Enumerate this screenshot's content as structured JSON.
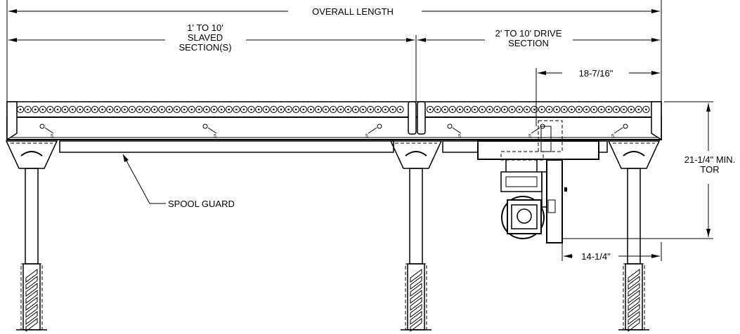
{
  "labels": {
    "overall_length": "OVERALL LENGTH",
    "slaved_line1": "1' TO 10'",
    "slaved_line2": "SLAVED",
    "slaved_line3": "SECTION(S)",
    "drive_line1": "2' TO 10' DRIVE",
    "drive_line2": "SECTION",
    "dim_18": "18-7/16\"",
    "dim_14": "14-1/4\"",
    "tor_line1": "21-1/4\" MIN.",
    "tor_line2": "TOR",
    "spool_guard": "SPOOL GUARD"
  },
  "colors": {
    "line": "#000000",
    "background": "#ffffff"
  }
}
